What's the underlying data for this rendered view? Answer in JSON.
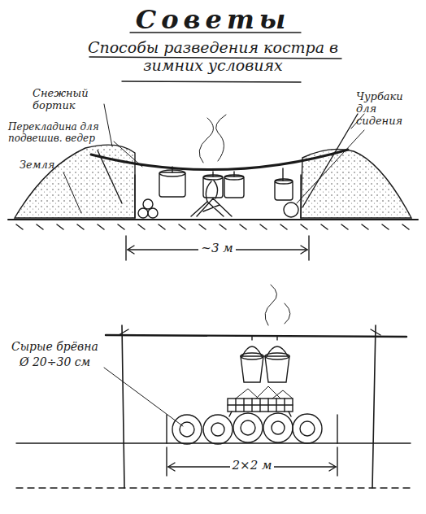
{
  "diagram": {
    "title": "Советы",
    "labels": [
      "Способы разведения костра в зимних условиях",
      "Снежный бортик",
      "Перекладина для подвешив. ведер",
      "Земля",
      "Чурбаки для сидения",
      "~3 м",
      "Сырые брёвна",
      "Ø 20÷30 см",
      "2×2 м"
    ]
  }
}
